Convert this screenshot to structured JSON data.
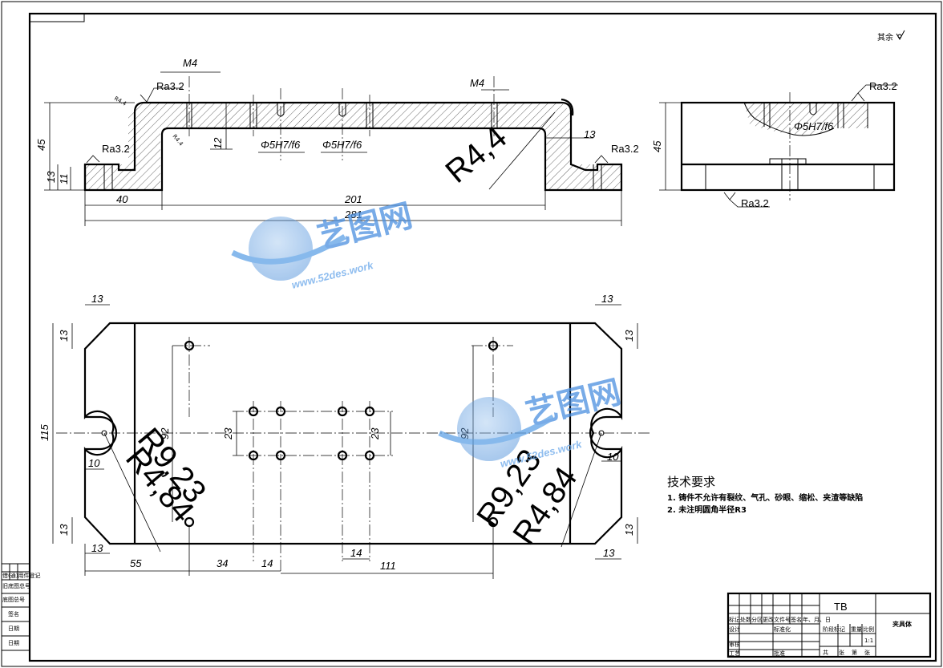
{
  "drawing": {
    "top_right_note": "其余",
    "front_view": {
      "dims": [
        "M4",
        "M4",
        "R4.4",
        "R4.4",
        "45",
        "13",
        "11",
        "12",
        "13",
        "40",
        "201",
        "281"
      ],
      "roughness": [
        "Ra3.2",
        "Ra3.2",
        "Ra3.2"
      ],
      "fits": [
        "Φ5H7/f6",
        "Φ5H7/f6"
      ],
      "big_radius": "R4,4"
    },
    "side_view": {
      "dims": [
        "45"
      ],
      "roughness": [
        "Ra3.2",
        "Ra3.2"
      ],
      "fit": "Φ5H7/f6"
    },
    "top_view": {
      "dims": [
        "13",
        "13",
        "13",
        "13",
        "13",
        "13",
        "13",
        "13",
        "115",
        "92",
        "23",
        "23",
        "92",
        "10",
        "10",
        "55",
        "34",
        "14",
        "14",
        "111"
      ],
      "radius_left_a": "R9,23",
      "radius_left_b": "R4,84",
      "radius_right_a": "R9,23",
      "radius_right_b": "R4,84"
    },
    "tech_requirements": {
      "title": "技术要求",
      "items": [
        "1. 铸件不允许有裂纹、气孔、砂眼、缩松、夹渣等缺陷",
        "2. 未注明圆角半径R3"
      ]
    },
    "watermark": {
      "name": "艺图网",
      "url": "www.52des.work"
    },
    "title_block": {
      "material": "TB",
      "part_name": "夹具体",
      "cells": [
        "标记",
        "处数",
        "分区",
        "更改文件号",
        "签名",
        "年、月、日",
        "设计",
        "标准化",
        "审核",
        "工艺",
        "批准",
        "阶段标记",
        "重量",
        "比例",
        "1:1",
        "共",
        "张",
        "第",
        "张"
      ]
    },
    "left_strip": [
      "借(通)用件登记",
      "旧底图总号",
      "底图总号",
      "签名",
      "日期",
      "日期"
    ]
  }
}
